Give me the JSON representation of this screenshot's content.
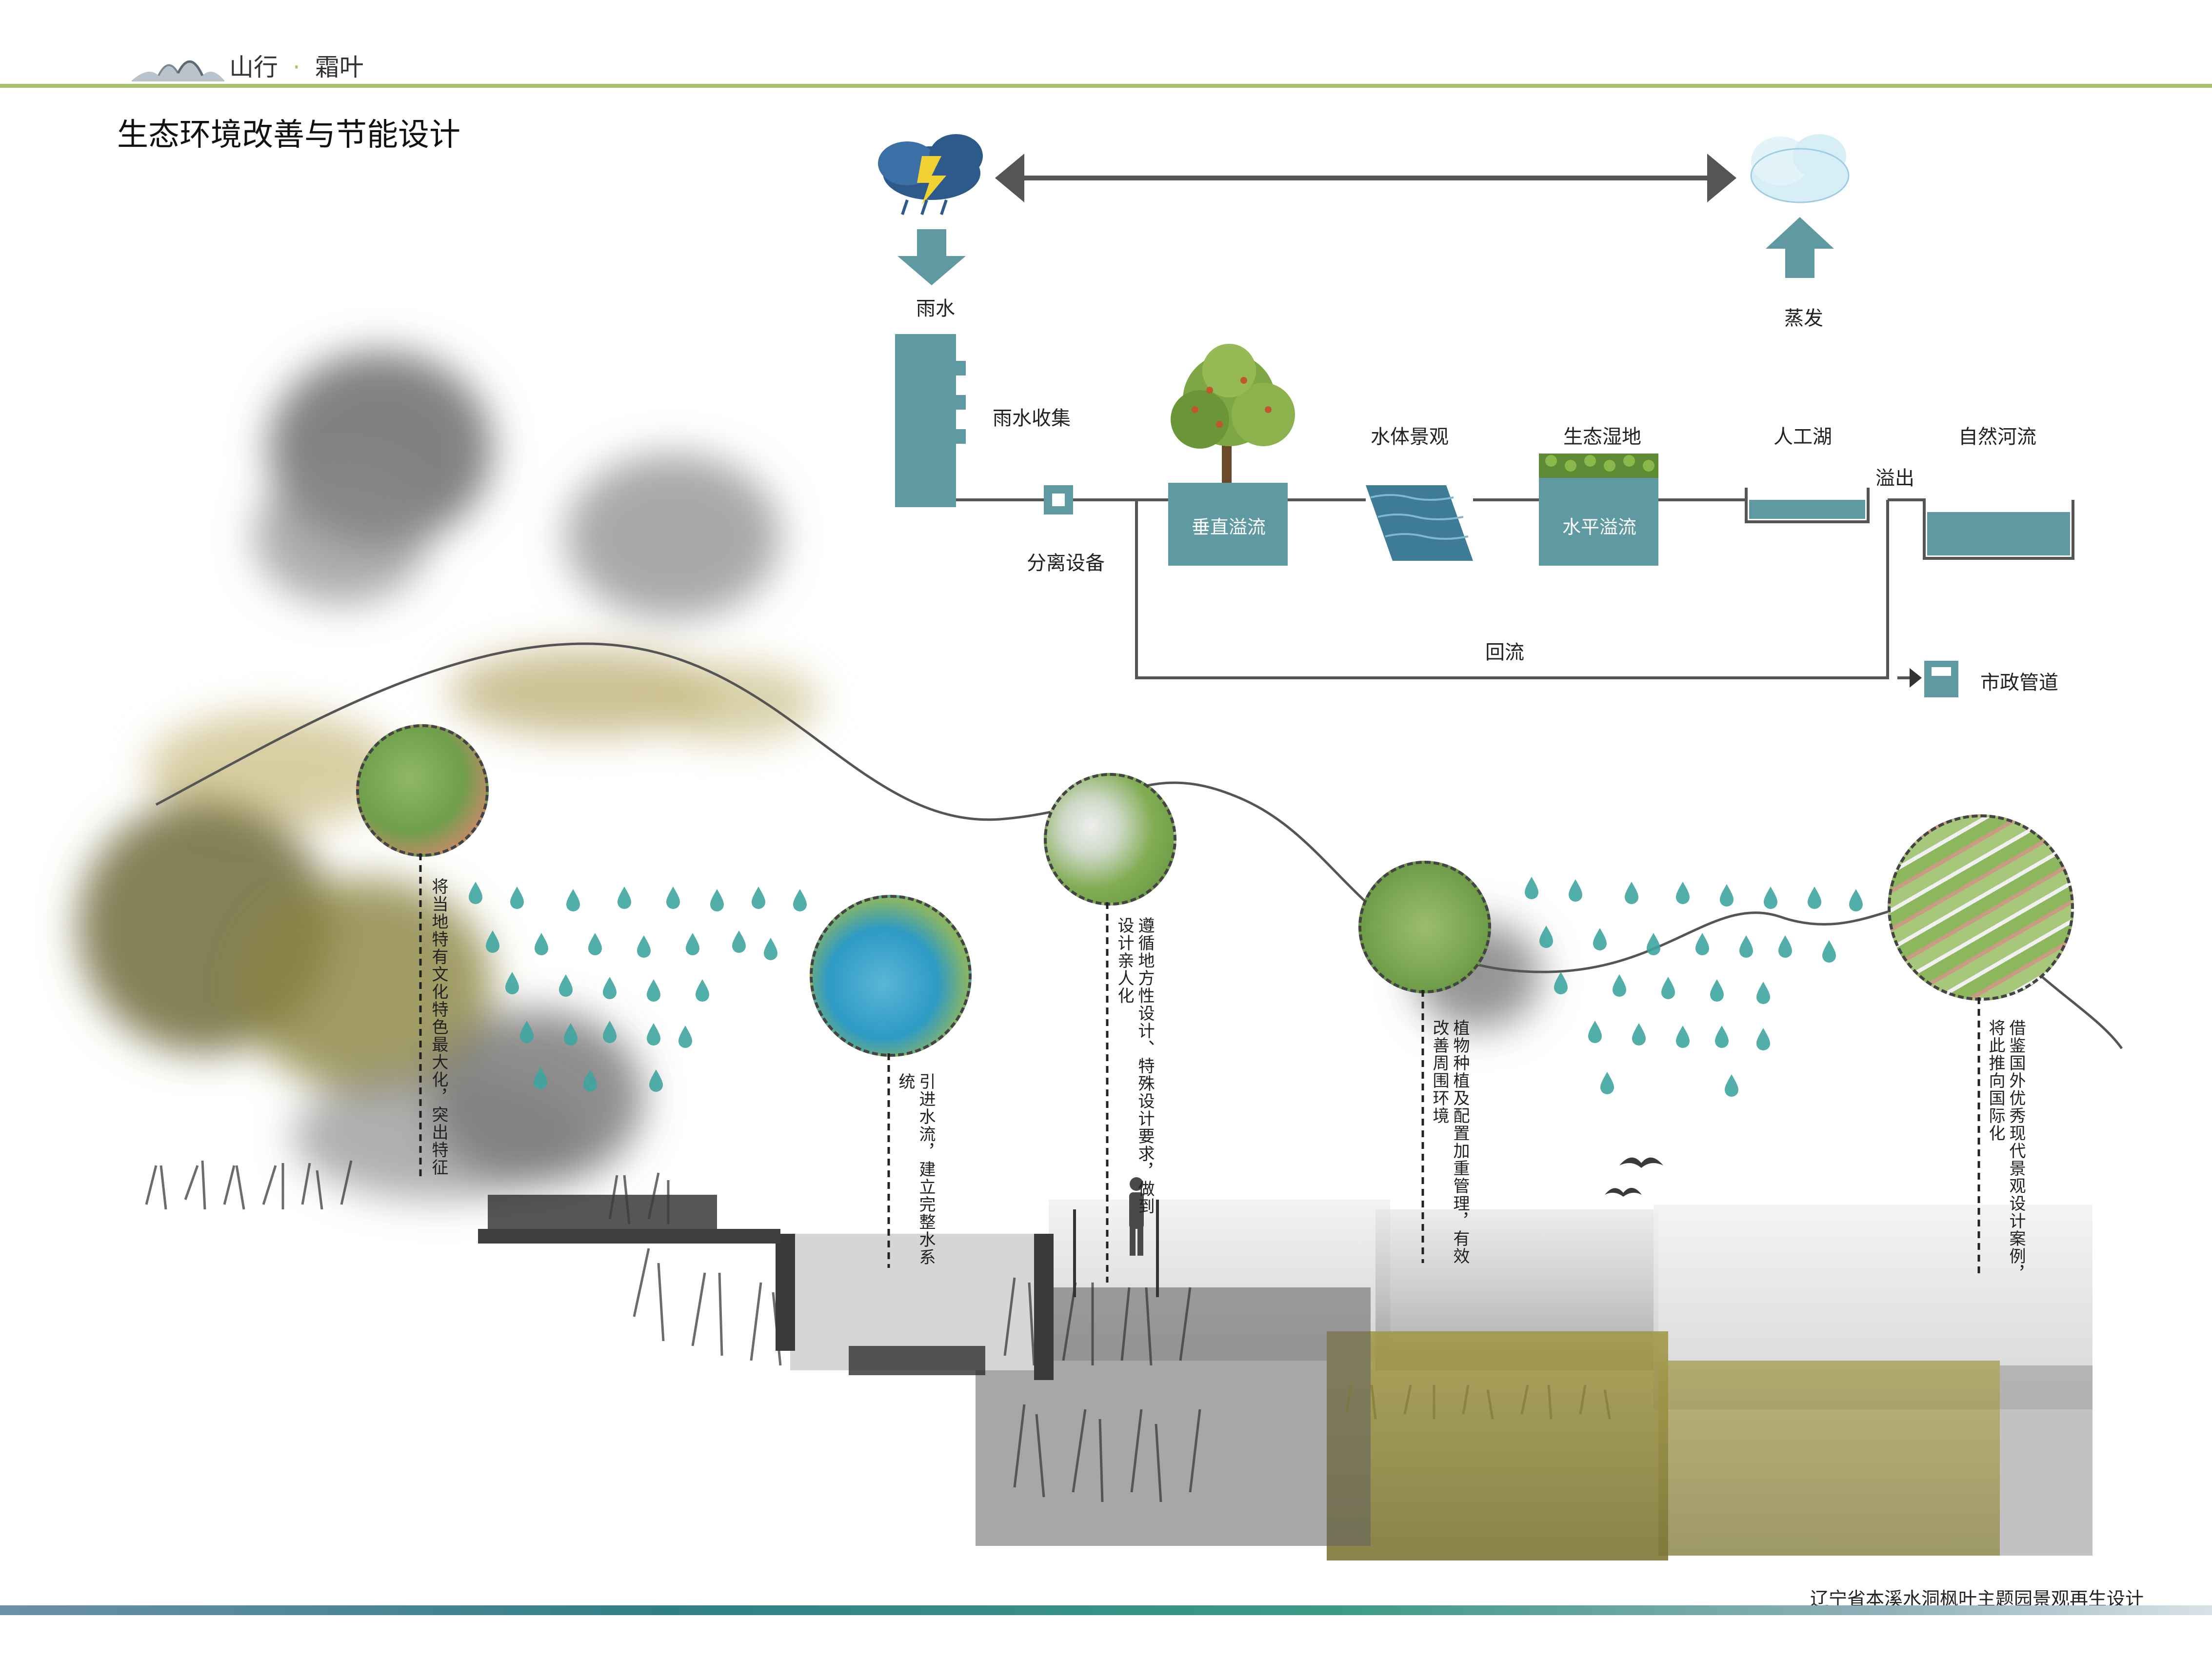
{
  "header": {
    "brand_left": "山行",
    "brand_sep": "·",
    "brand_right": "霜叶",
    "title": "生态环境改善与节能设计"
  },
  "flow": {
    "rain": "雨水",
    "evaporation": "蒸发",
    "collection": "雨水收集",
    "separator": "分离设备",
    "vertical_overflow": "垂直溢流",
    "water_landscape": "水体景观",
    "wetland": "生态湿地",
    "horizontal_overflow": "水平溢流",
    "artificial_lake": "人工湖",
    "natural_river": "自然河流",
    "overflow": "溢出",
    "backflow": "回流",
    "municipal": "市政管道"
  },
  "annotations": [
    "将当地特有文化特色最大化，突出特征",
    "引进水流，建立完整水系统",
    "遵循地方性设计、特殊设计要求，做到设计亲人化",
    "植物种植及配置加重管理，有效改善周围环境",
    "借鉴国外优秀现代景观设计案例，将此推向国际化"
  ],
  "footer": {
    "project": "辽宁省本溪水洞枫叶主题园景观再生设计"
  },
  "colors": {
    "accent": "#a9c26a",
    "teal": "#5f9aa3",
    "drop": "#3fa5a0"
  },
  "icons": [
    "mountain-logo-icon",
    "storm-cloud-icon",
    "cloud-icon",
    "tree-icon",
    "bird-icon",
    "person-icon"
  ]
}
